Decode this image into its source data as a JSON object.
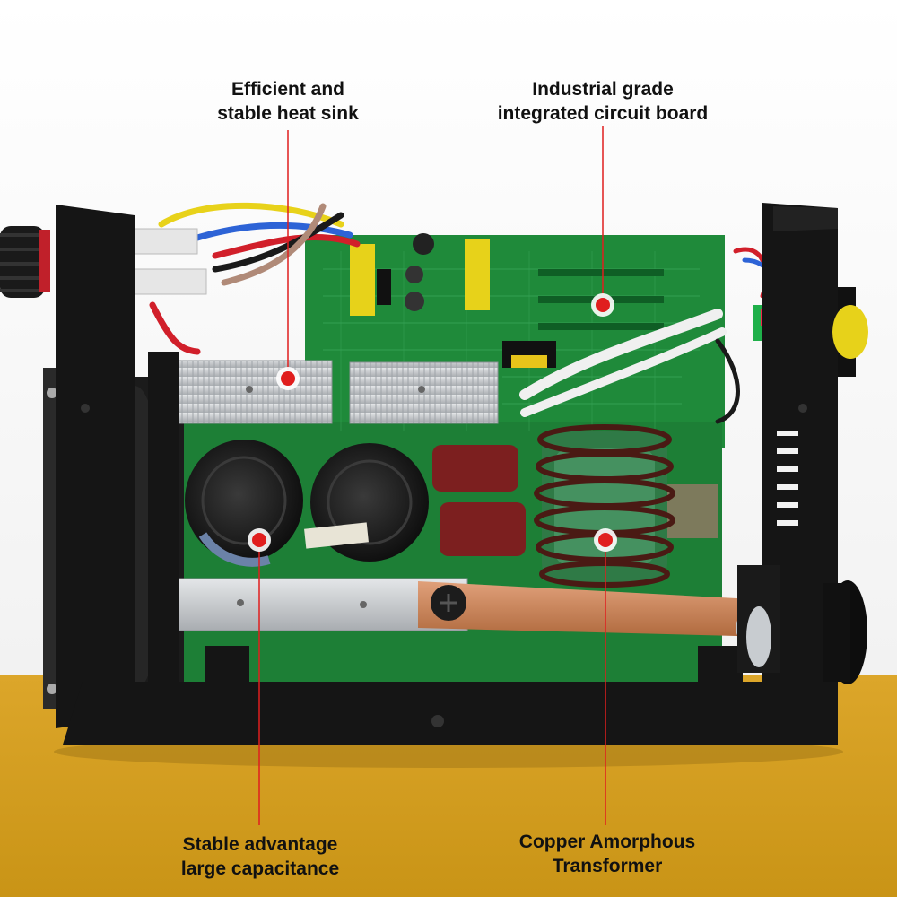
{
  "colors": {
    "background_top": "#f4f4f4",
    "background_bottom": "#d49e1e",
    "frame": "#151515",
    "pcb": "#1f8a3a",
    "heat_sink": "#c9cccf",
    "copper": "#c8804f",
    "marker": "#e01e1e"
  },
  "callouts": [
    {
      "id": "heat-sink",
      "lines": [
        "Efficient and",
        "stable heat sink"
      ]
    },
    {
      "id": "circuit-board",
      "lines": [
        "Industrial grade",
        "integrated circuit board"
      ]
    },
    {
      "id": "capacitance",
      "lines": [
        "Stable advantage",
        "large capacitance"
      ]
    },
    {
      "id": "transformer",
      "lines": [
        "Copper Amorphous",
        "Transformer"
      ]
    }
  ]
}
